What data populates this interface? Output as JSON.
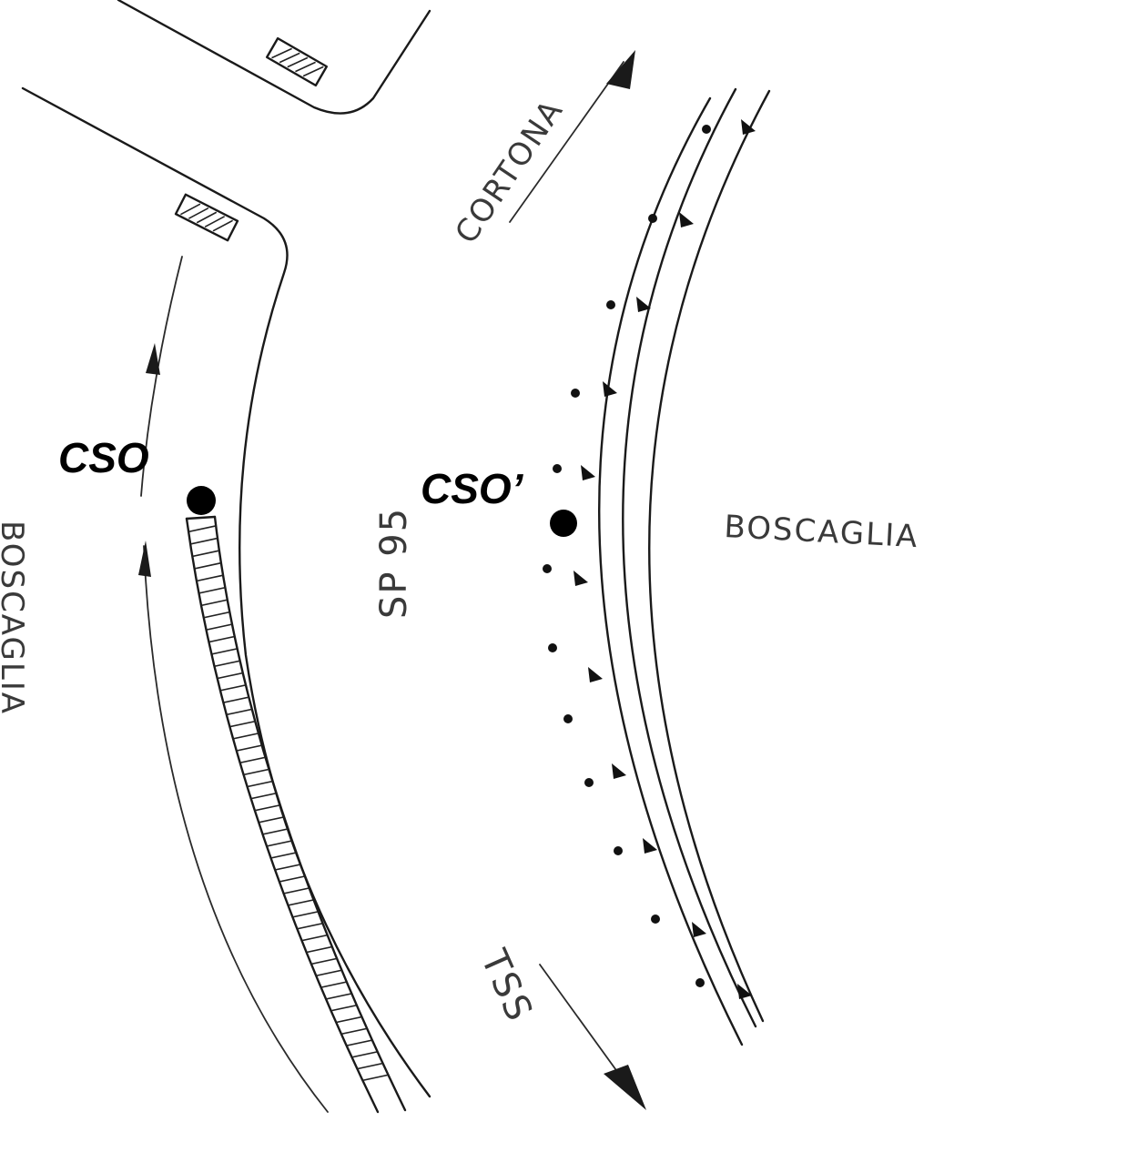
{
  "labels": {
    "cso": "CSO",
    "cso_prime": "CSO’",
    "sp95": "SP 95",
    "cortona": "CORTONA",
    "tss": "TSS",
    "boscaglia_right": "BOSCAGLIA",
    "boscaglia_left": "BOSCAGLIA"
  },
  "colors": {
    "ink": "#1a1a1a",
    "background": "#ffffff"
  }
}
